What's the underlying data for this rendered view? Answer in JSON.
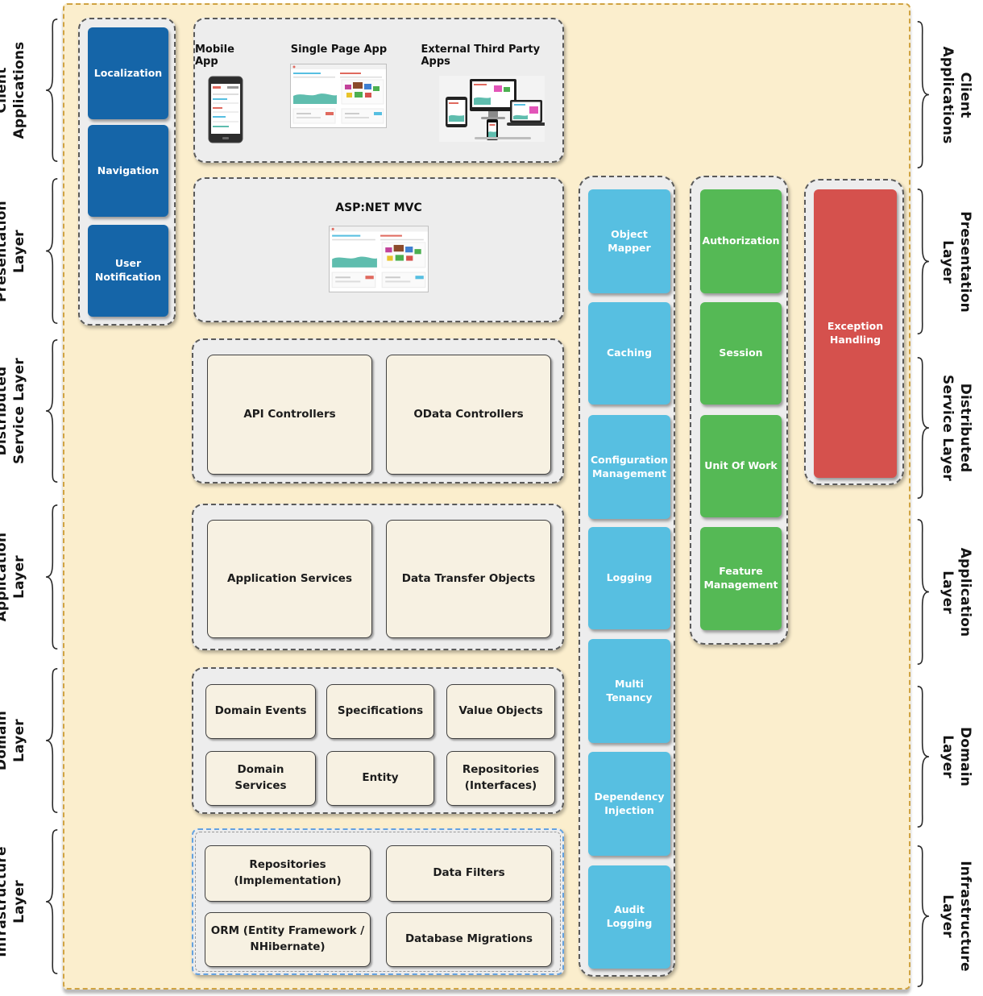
{
  "layers": [
    {
      "line1": "Client",
      "line2": "Applications"
    },
    {
      "line1": "Presentation",
      "line2": "Layer"
    },
    {
      "line1": "Distributed",
      "line2": "Service Layer"
    },
    {
      "line1": "Application",
      "line2": "Layer"
    },
    {
      "line1": "Domain",
      "line2": "Layer"
    },
    {
      "line1": "Infrastructure",
      "line2": "Layer"
    }
  ],
  "presentation_widgets": [
    "Localization",
    "Navigation",
    "User Notification"
  ],
  "client_apps": {
    "items": [
      "Mobile App",
      "Single Page App",
      "External Third Party Apps"
    ]
  },
  "mvc_panel": {
    "title": "ASP:NET MVC"
  },
  "distributed_service": [
    "API Controllers",
    "OData Controllers"
  ],
  "application_layer": [
    "Application Services",
    "Data Transfer Objects"
  ],
  "domain_layer": [
    "Domain Events",
    "Specifications",
    "Value Objects",
    "Domain Services",
    "Entity",
    "Repositories (Interfaces)"
  ],
  "infrastructure_layer": [
    "Repositories (Implementation)",
    "Data Filters",
    "ORM (Entity Framework / NHibernate)",
    "Database Migrations"
  ],
  "cross_cutting": [
    "Object Mapper",
    "Caching",
    "Configuration Management",
    "Logging",
    "Multi Tenancy",
    "Dependency Injection",
    "Audit Logging"
  ],
  "aspects": [
    "Authorization",
    "Session",
    "Unit Of Work",
    "Feature Management"
  ],
  "exception": [
    "Exception Handling"
  ],
  "colors": {
    "background": "#fbeecd",
    "boundary_border": "#d0a342",
    "panel_gray": "#ededed",
    "blue": "#1565a8",
    "cyan": "#57bfe1",
    "green": "#55b955",
    "red": "#d5514d",
    "cream": "#f7f1e2",
    "infra_border": "#64a2e0"
  }
}
